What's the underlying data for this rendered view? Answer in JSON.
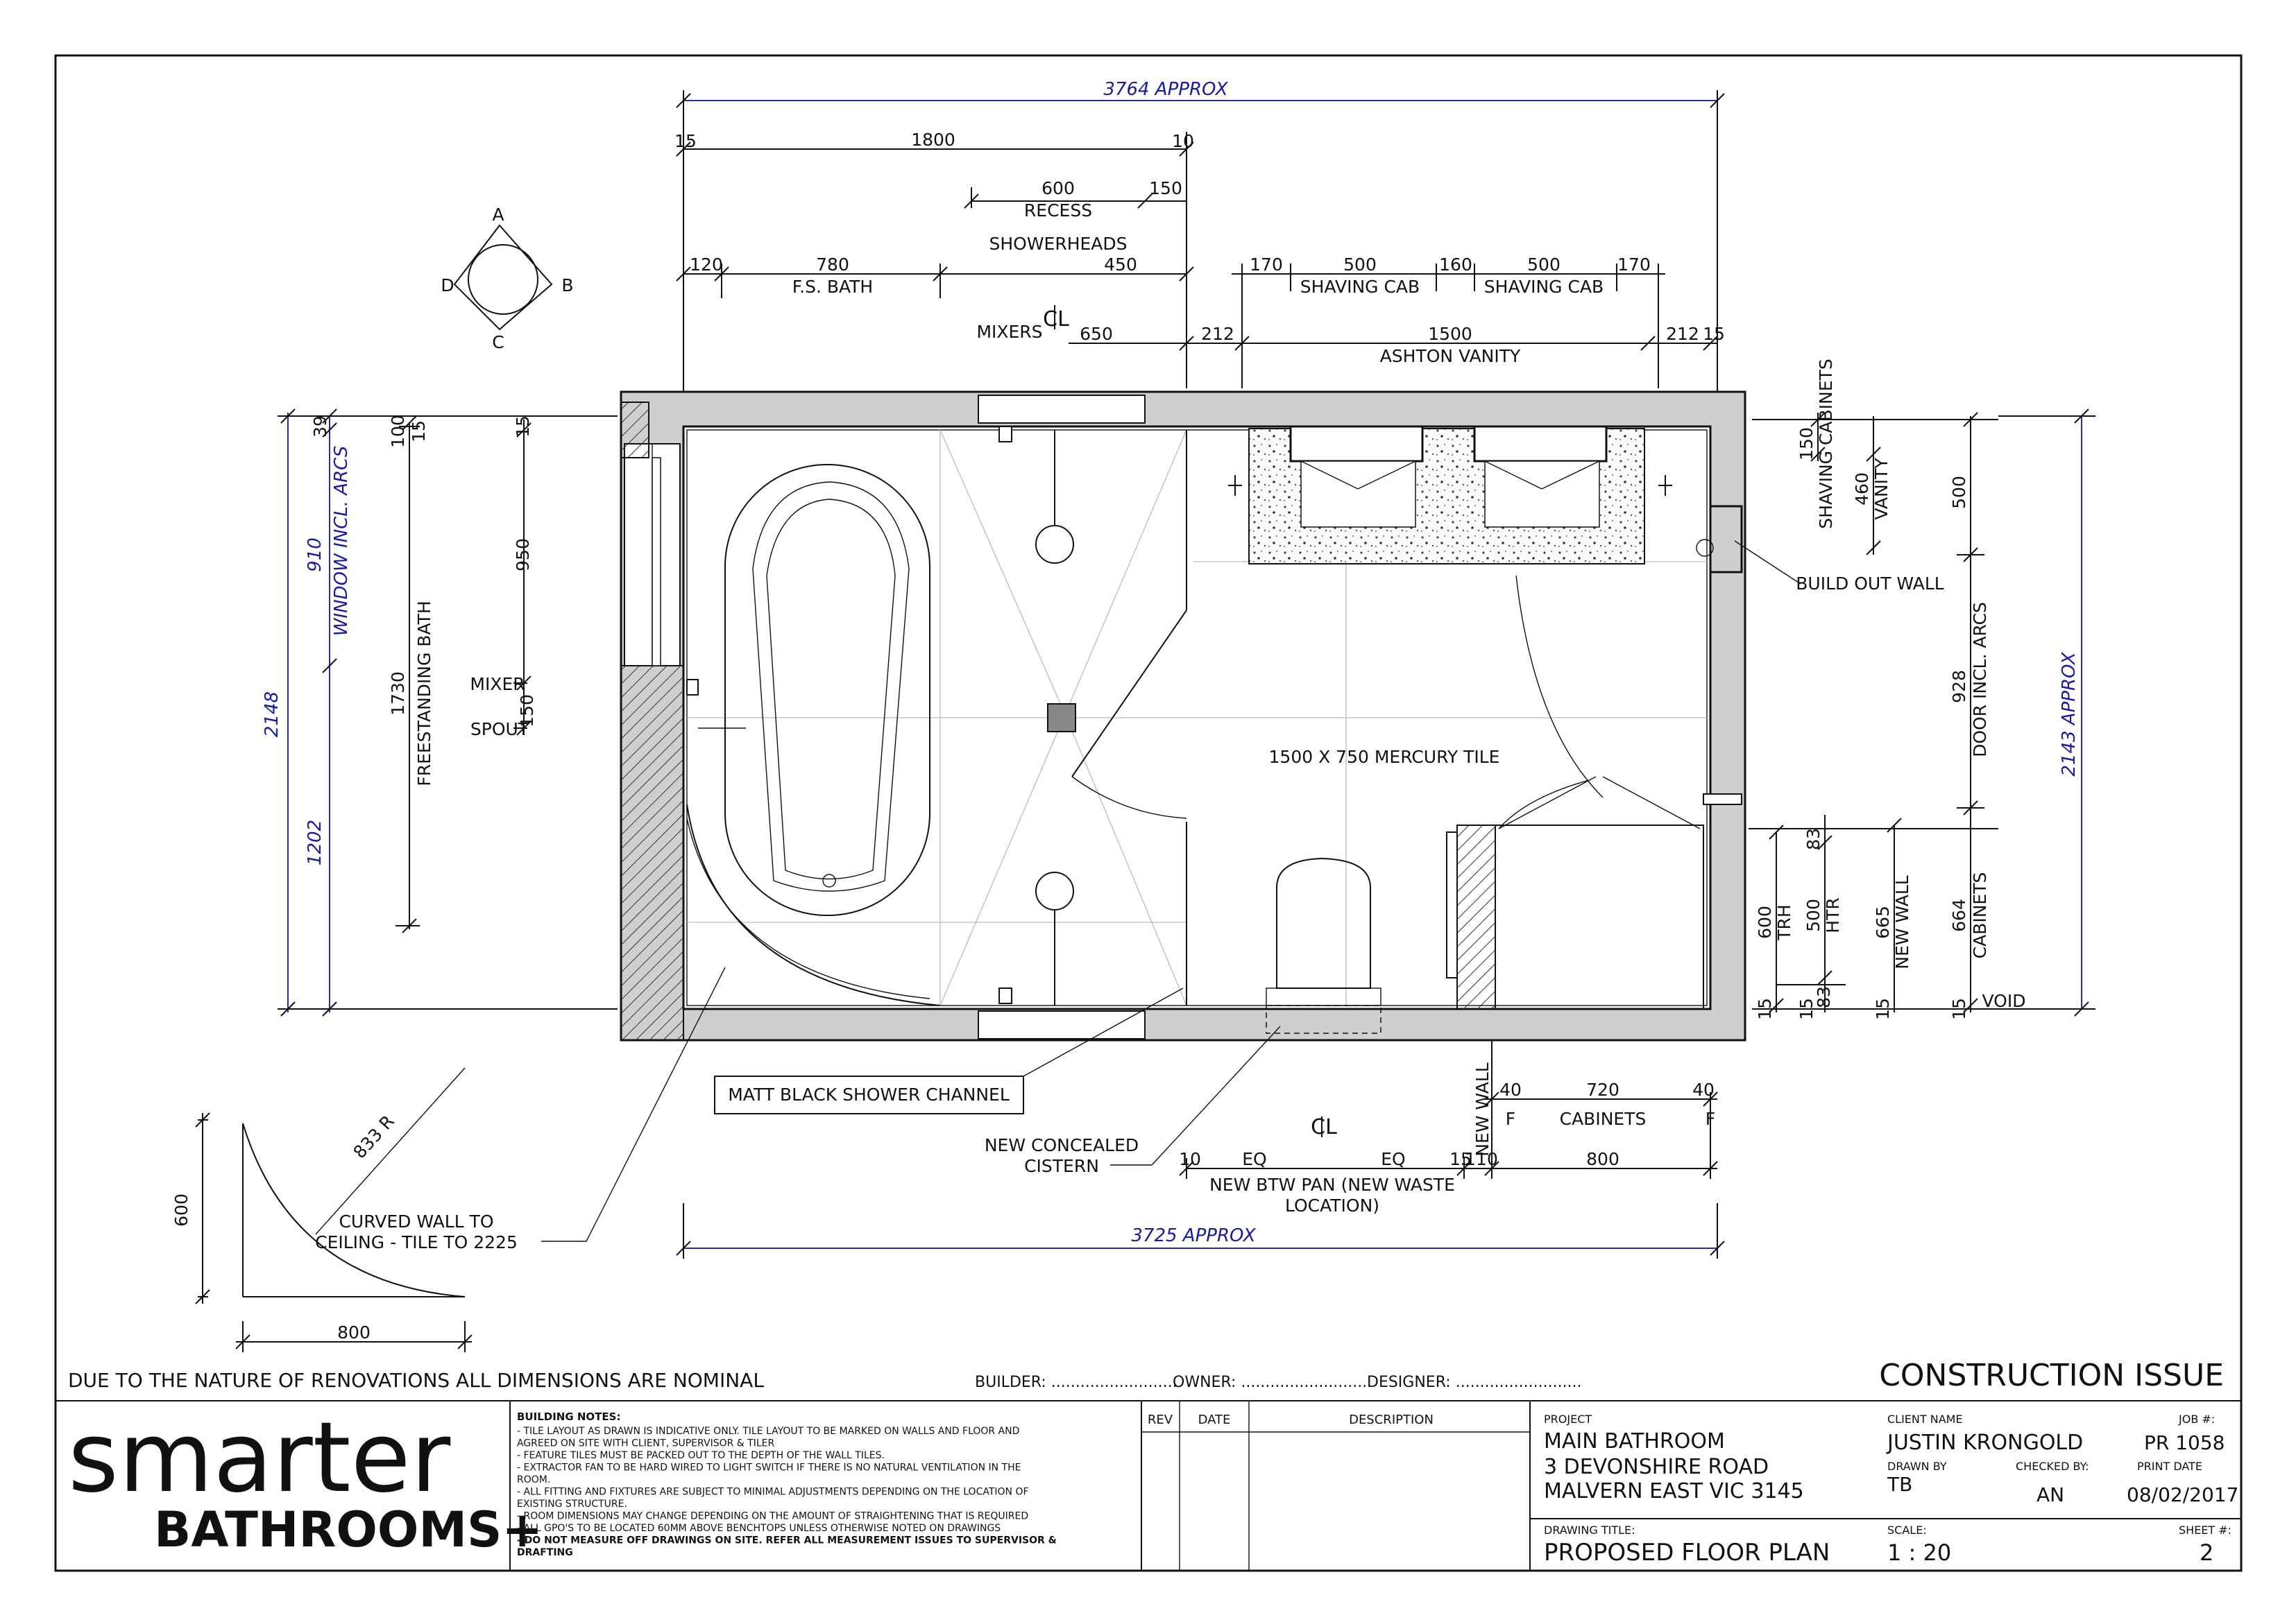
{
  "dims": {
    "overall_top": "3764 APPROX",
    "overall_bottom": "3725 APPROX",
    "d15a": "15",
    "d1800": "1800",
    "d10": "10",
    "d600": "600",
    "d150": "150",
    "recess": "RECESS",
    "showerheads": "SHOWERHEADS",
    "d120": "120",
    "d780": "780",
    "fs_bath": "F.S. BATH",
    "d450": "450",
    "d170a": "170",
    "d500a": "500",
    "shaving_cab_a": "SHAVING CAB",
    "d160": "160",
    "d500b": "500",
    "shaving_cab_b": "SHAVING CAB",
    "d170b": "170",
    "mixers": "MIXERS",
    "d650": "650",
    "d212a": "212",
    "d1500": "1500",
    "d212b": "212",
    "d15b": "15",
    "ashton_vanity": "ASHTON VANITY",
    "left_2148": "2148",
    "left_910": "910",
    "window_arcs": "WINDOW INCL. ARCS",
    "left_1202": "1202",
    "left_39": "39",
    "left_100": "100",
    "left_15a": "15",
    "left_15c": "15",
    "left_1730": "1730",
    "freestanding_bath": "FREESTANDING BATH",
    "left_950": "950",
    "mixer": "MIXER",
    "left_150": "150",
    "spout": "SPOUT",
    "r150": "150",
    "shaving_cabinets": "SHAVING CABINETS",
    "r460": "460",
    "vanity": "VANITY",
    "r500": "500",
    "build_out_wall": "BUILD OUT WALL",
    "r928": "928",
    "door_arcs": "DOOR INCL. ARCS",
    "r2143": "2143 APPROX",
    "r83a": "83",
    "r600": "600",
    "trh": "TRH",
    "r500b": "500",
    "htr": "HTR",
    "r665": "665",
    "new_wall_r": "NEW WALL",
    "r664": "664",
    "cabinets_r": "CABINETS",
    "r15a": "15",
    "r83b": "83",
    "r15b": "15",
    "r15c": "15",
    "r15d": "15",
    "void": "VOID",
    "b40a": "40",
    "b720": "720",
    "b40b": "40",
    "cabinets_b": "CABINETS",
    "new_wall_b": "NEW WALL",
    "f_a": "F",
    "f_b": "F",
    "b10": "10",
    "eq_a": "EQ",
    "eq_b": "EQ",
    "b15": "15",
    "b110": "110",
    "b800": "800",
    "btw_pan_1": "NEW BTW PAN (NEW WASTE",
    "btw_pan_2": "LOCATION)",
    "concealed_1": "NEW CONCEALED",
    "concealed_2": "CISTERN",
    "shower_channel": "MATT BLACK SHOWER CHANNEL",
    "tile": "1500 X 750 MERCURY TILE",
    "curve_r": "833 R",
    "curve_600": "600",
    "curve_800": "800",
    "curved_wall_1": "CURVED WALL TO",
    "curved_wall_2": "CEILING - TILE TO 2225",
    "centre_mark": "CL"
  },
  "compass": {
    "a": "A",
    "b": "B",
    "c": "C",
    "d": "D"
  },
  "footer": {
    "nominal_note": "DUE TO THE NATURE OF RENOVATIONS ALL DIMENSIONS ARE NOMINAL",
    "builder": "BUILDER: ..........................",
    "owner": "OWNER: ..........................",
    "designer": "DESIGNER: ..........................",
    "construction_issue": "CONSTRUCTION ISSUE"
  },
  "logo": {
    "line1": "smarter",
    "line2": "BATHROOMS+"
  },
  "notes": {
    "heading": "BUILDING NOTES:",
    "lines": [
      "- TILE LAYOUT AS DRAWN IS INDICATIVE ONLY. TILE LAYOUT TO BE MARKED ON WALLS AND FLOOR AND",
      "AGREED ON SITE WITH CLIENT, SUPERVISOR & TILER",
      "- FEATURE TILES MUST BE PACKED OUT TO THE DEPTH OF THE WALL TILES.",
      "- EXTRACTOR FAN TO BE HARD WIRED TO LIGHT SWITCH IF THERE IS NO NATURAL VENTILATION IN THE",
      "ROOM.",
      "- ALL FITTING AND FIXTURES ARE SUBJECT TO MINIMAL ADJUSTMENTS DEPENDING ON THE LOCATION OF",
      "EXISTING STRUCTURE.",
      "- ROOM DIMENSIONS MAY CHANGE DEPENDING ON THE AMOUNT OF STRAIGHTENING THAT IS REQUIRED",
      "- ALL GPO'S TO BE LOCATED 60MM ABOVE BENCHTOPS UNLESS OTHERWISE NOTED ON DRAWINGS",
      "- DO NOT MEASURE OFF DRAWINGS ON SITE. REFER ALL MEASUREMENT ISSUES TO SUPERVISOR &",
      "DRAFTING"
    ]
  },
  "revision_table": {
    "rev": "REV",
    "date": "DATE",
    "description": "DESCRIPTION"
  },
  "project": {
    "label": "PROJECT",
    "line1": "MAIN BATHROOM",
    "line2": "3 DEVONSHIRE ROAD",
    "line3": "MALVERN EAST   VIC 3145",
    "client_label": "CLIENT NAME",
    "client": "JUSTIN KRONGOLD",
    "job_label": "JOB #:",
    "job": "PR 1058",
    "drawn_label": "DRAWN BY",
    "drawn": "TB",
    "checked_label": "CHECKED BY:",
    "checked": "AN",
    "print_label": "PRINT DATE",
    "print_date": "08/02/2017",
    "title_label": "DRAWING TITLE:",
    "title": "PROPOSED FLOOR PLAN",
    "scale_label": "SCALE:",
    "scale": "1 : 20",
    "sheet_label": "SHEET #:",
    "sheet": "2"
  },
  "colors": {
    "blue_dim": "#1a1aa0",
    "logo_blue": "#2f6db5",
    "wall": "#cfcfcf"
  }
}
